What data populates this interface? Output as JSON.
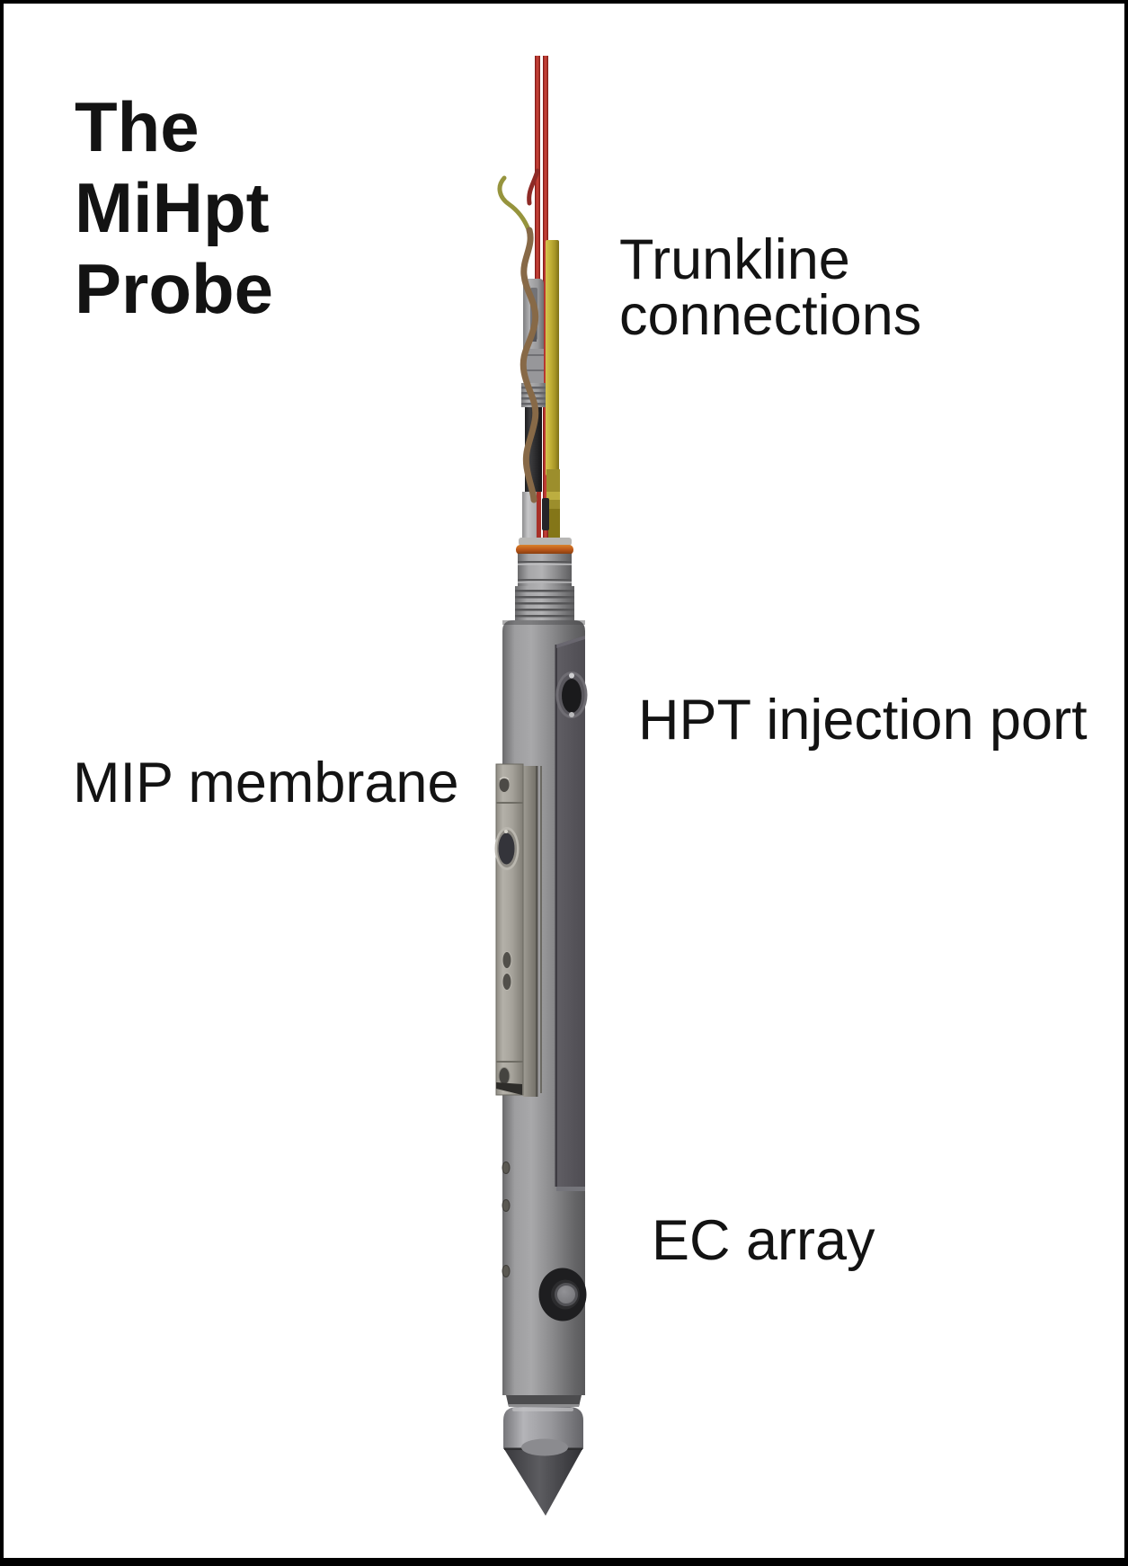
{
  "title": {
    "line1": "The",
    "line2": "MiHpt",
    "line3": "Probe"
  },
  "labels": {
    "trunkline_line1": "Trunkline",
    "trunkline_line2": "connections",
    "hpt": "HPT injection port",
    "mip": "MIP membrane",
    "ec": "EC array"
  },
  "colors": {
    "background": "#ffffff",
    "border": "#000000",
    "text": "#131313",
    "body_gray": "#8a8a8c",
    "panel_gray": "#56545a",
    "block_gray": "#a9a69e",
    "oring_orange": "#c05a1a",
    "trunkline_yellow": "#c2b038",
    "wire_red": "#b43530",
    "wire_brown": "#876947",
    "wire_green": "#96943d",
    "tip_dark": "#48484c"
  }
}
